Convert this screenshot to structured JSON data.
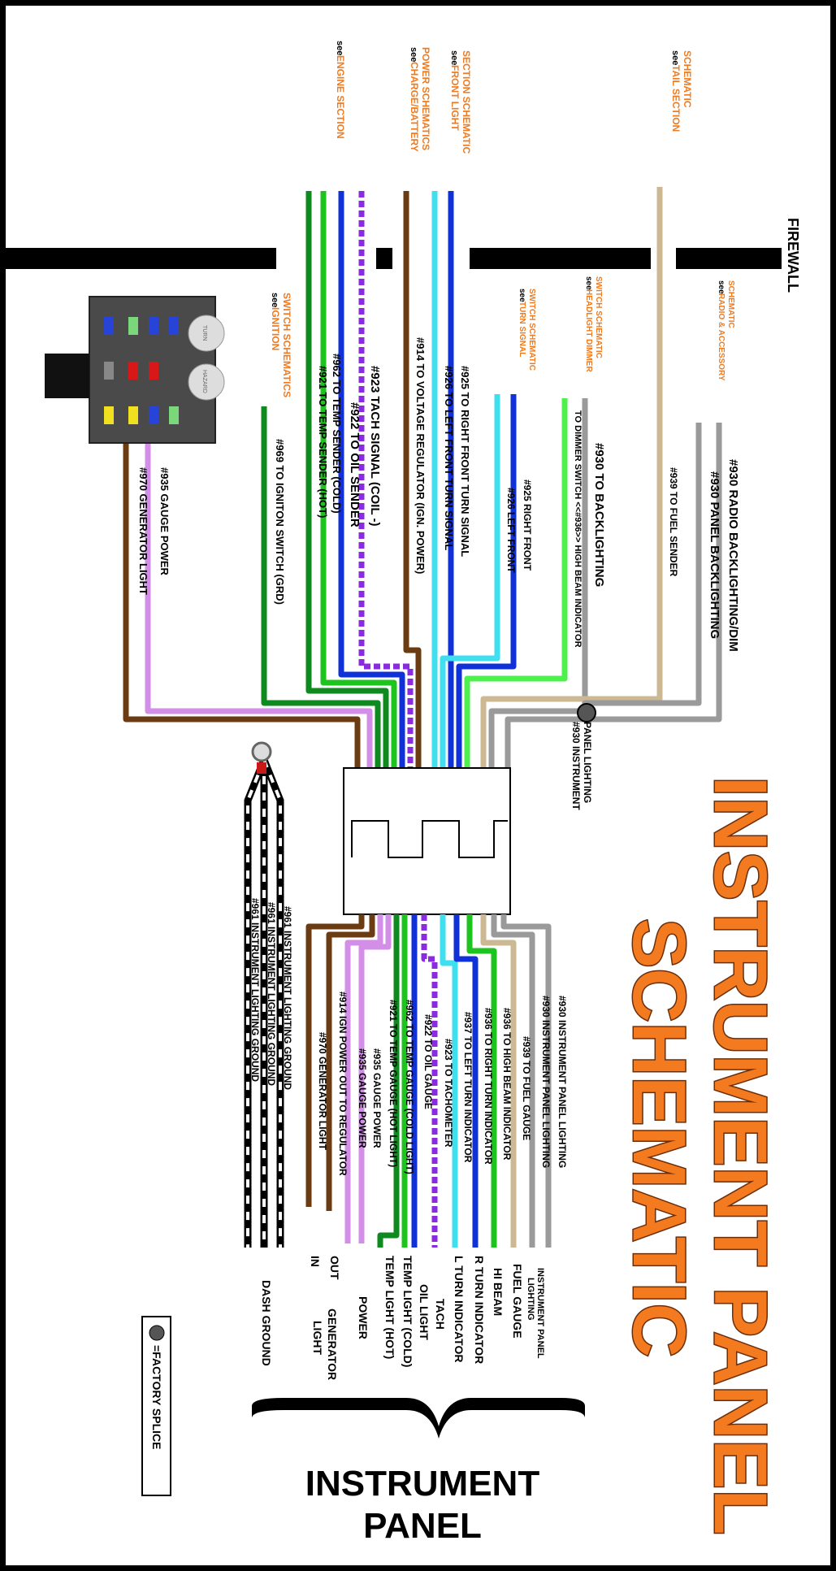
{
  "title": {
    "line1": "INSTRUMENT PANEL",
    "line2": "SCHEMATIC"
  },
  "firewall_label": "FIREWALL",
  "instrument_panel_label": [
    "INSTRUMENT",
    "PANEL"
  ],
  "legend": {
    "text": "=FACTORY SPLICE"
  },
  "fuse_block": {
    "labels": [
      "TURN",
      "HAZARD"
    ]
  },
  "see_refs": [
    {
      "see": "see",
      "text": [
        "ENGINE SECTION"
      ]
    },
    {
      "see": "see",
      "text": [
        "CHARGE/BATTERY",
        "POWER SCHEMATICS"
      ]
    },
    {
      "see": "see",
      "text": [
        "FRONT LIGHT",
        "SECTION SCHEMATIC"
      ]
    },
    {
      "see": "see",
      "text": [
        "TAIL SECTION",
        "SCHEMATIC"
      ]
    },
    {
      "see": "see",
      "text": [
        "IGNITION",
        "SWITCH SCHEMATICS"
      ]
    },
    {
      "see": "see",
      "text": [
        "TURN SIGNAL",
        "SWITCH SCHEMATIC"
      ]
    },
    {
      "see": "see",
      "text": [
        "HEADLIGHT DIMMER",
        "SWITCH SCHEMATIC"
      ]
    },
    {
      "see": "see",
      "text": [
        "RADIO & ACCESSORY",
        "SCHEMATIC"
      ]
    }
  ],
  "upper_wires": [
    "#970 GENERATOR LIGHT",
    "#935 GAUGE POWER",
    "#969 TO IGNITON SWITCH (GRD)",
    "#921 TO TEMP SENDER (HOT)",
    "#962 TO TEMP SENDER (COLD)",
    "#922 TO OIL SENDER",
    "#923 TACH SIGNAL (COIL -)",
    "#914 TO VOLTAGE REGULATOR (IGN. POWER)",
    "#926 TO LEFT FRONT TURN SIGNAL",
    "#925 TO RIGHT FRONT TURN SIGNAL",
    "#926 LEFT FRONT",
    "#925 RIGHT FRONT",
    "TO DIMMER SWITCH <<#936>> HIGH BEAM INDICATOR",
    "#930 TO BACKLIGHTING",
    "#939 TO FUEL SENDER",
    "#930 PANEL BACKLIGHTING",
    "#930 RADIO BACKLIGHTING/DIM"
  ],
  "splice_label": [
    "#930 INSTRUMENT",
    "PANEL LIGHTING"
  ],
  "ground_wires": [
    "#961 INSTRUMENT LIGHTING GROUND",
    "#961 INSTRUMENT LIGHTING GROUND",
    "#961 INSTRUMENT LIGHTING GROUND"
  ],
  "lower_wires": [
    "#970 GENERATOR LIGHT",
    "#914 IGN POWER OUT TO REGULATOR",
    "#935 GAUGE POWER",
    "#935 GAUGE POWER",
    "#921 TO TEMP GAUGE (HOT LIGHT)",
    "#962 TO TEMP GAUGE (COLD LIGHT)",
    "#922 TO OIL GAUGE",
    "#923 TO TACHOMETER",
    "#937 TO LEFT TURN INDICATOR",
    "#936 TO RIGHT TURN INDICATOR",
    "#936 TO HIGH BEAM INDICATOR",
    "#939 TO FUEL GAUGE",
    "#930 INSTRUMENT PANEL LIGHTING",
    "#930 INSTRUMENT PANEL LIGHTING"
  ],
  "panel_functions": [
    "DASH GROUND",
    "IN",
    "OUT",
    "GENERATOR",
    "LIGHT",
    "POWER",
    "TEMP LIGHT (HOT)",
    "TEMP LIGHT (COLD)",
    "OIL LIGHT",
    "TACH",
    "L TURN INDICATOR",
    "R TURN INDICATOR",
    "HI BEAM",
    "FUEL GAUGE",
    "INSTRUMENT PANEL",
    "LIGHTING"
  ],
  "colors": {
    "brown": "#6b3b12",
    "pink": "#d38ee8",
    "dkgreen": "#0e8a1e",
    "green": "#1ec41e",
    "blue": "#1030d8",
    "purple": "#8a2be2",
    "cyan": "#3fdff0",
    "ltgreen": "#4ef04e",
    "gray": "#9a9a9a",
    "tan": "#cdb894",
    "orange": "#ee7b22"
  }
}
